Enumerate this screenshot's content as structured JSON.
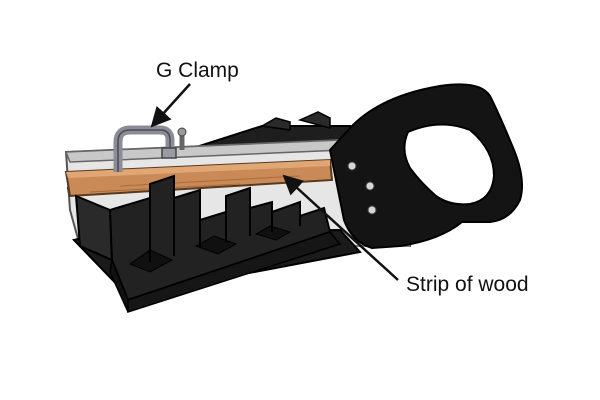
{
  "labels": {
    "g_clamp": "G Clamp",
    "strip_of_wood": "Strip of wood"
  },
  "colors": {
    "mitre_box": "#1e1e1e",
    "mitre_box_edge": "#000000",
    "saw_blade": "#e6e6e6",
    "saw_back": "#c8c8c8",
    "wood_strip": "#c98a58",
    "wood_highlight": "#e0a774",
    "handle": "#141414",
    "clamp": "#8c8c95",
    "arrow": "#111111"
  },
  "icons": {
    "tool": "tenon-saw-in-mitre-box",
    "clamp": "g-clamp-icon"
  }
}
